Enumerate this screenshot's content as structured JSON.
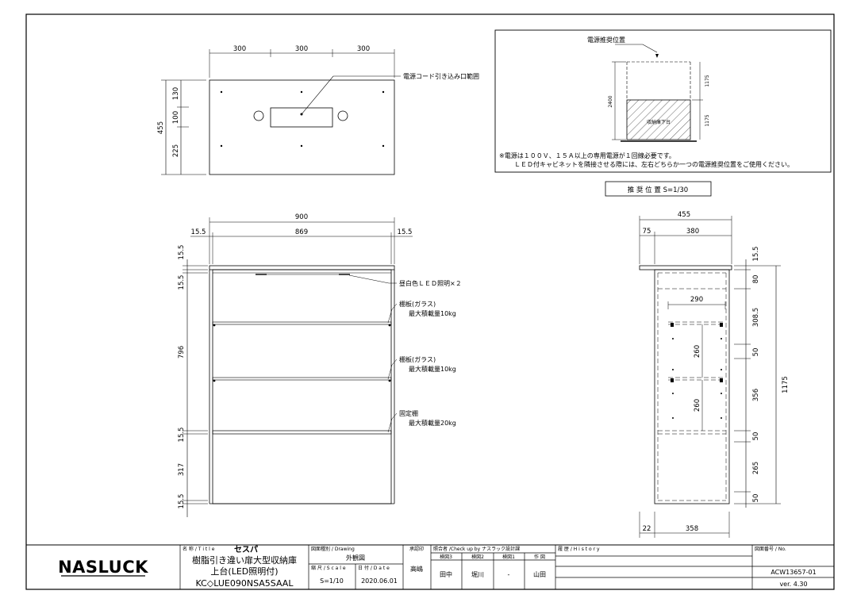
{
  "drawing": {
    "top_view": {
      "widths": [
        "300",
        "300",
        "300"
      ],
      "depth_total": "455",
      "depths": [
        "130",
        "100",
        "225"
      ],
      "cord_note": "電源コード引き込み口範囲"
    },
    "front_view": {
      "width_total": "900",
      "side_left": "15.5",
      "inner_width": "869",
      "side_right": "15.5",
      "heights": [
        "15.5",
        "15.5",
        "796",
        "15.5",
        "317",
        "15.5"
      ],
      "led_note": "昼白色ＬＥＤ照明×２",
      "shelf1_note": [
        "棚板(ガラス)",
        "最大積載量10kg"
      ],
      "shelf2_note": [
        "棚板(ガラス)",
        "最大積載量10kg"
      ],
      "fixed_note": [
        "固定棚",
        "最大積載量20kg"
      ]
    },
    "side_view": {
      "depth_total": "455",
      "overhang": "75",
      "inner_depth": "380",
      "shelf_depth": "290",
      "pitch1": "260",
      "pitch2": "260",
      "heights": [
        "15.5",
        "80",
        "308.5",
        "50",
        "356",
        "50",
        "265",
        "50"
      ],
      "height_total": "1175",
      "bottom_offset": "22",
      "bottom_depth": "358"
    },
    "power_box": {
      "label_position": "電源推奨位置",
      "dim_total": "2400",
      "dim_upper": "1175",
      "dim_lower": "1175",
      "cabinet_label": "収納庫下台",
      "note1": "※電源は１００Ｖ、１５Ａ以上の専用電源が１回線必要です。",
      "note2": "ＬＥＤ付キャビネットを隣接させる際には、左右どちらか一つの電源推奨位置をご使用ください。",
      "caption": "推 奨 位 置 S=1/30"
    }
  },
  "title_block": {
    "logo": "NASLUCK",
    "title_label": "名 称 / T i t l e",
    "title_main": "セスパ",
    "title_line1": "樹脂引き違い扉大型収納庫",
    "title_line2": "上台(LED照明付)",
    "title_line3": "KC◇LUE090NSA5SAAL",
    "drawing_label": "図面種別 / Drawing",
    "drawing_value": "外観図",
    "scale_label": "縮 尺 / S c a l e",
    "scale_value": "S=1/10",
    "date_label": "日 付 / D a t e",
    "date_value": "2020.06.01",
    "approved_label": "承認印",
    "approved_value": "高嶋",
    "check_label": "照合者 /Check up by ナスラック設計課",
    "check_headers": [
      "検図3",
      "検図2",
      "検図1",
      "作 図"
    ],
    "check_values": [
      "田中",
      "堀川",
      "-",
      "山田"
    ],
    "history_label": "履 歴 / H i s t o r y",
    "no_label": "図面番号 / No.",
    "no_value": "ACW13657-01",
    "version": "ver. 4.30"
  }
}
